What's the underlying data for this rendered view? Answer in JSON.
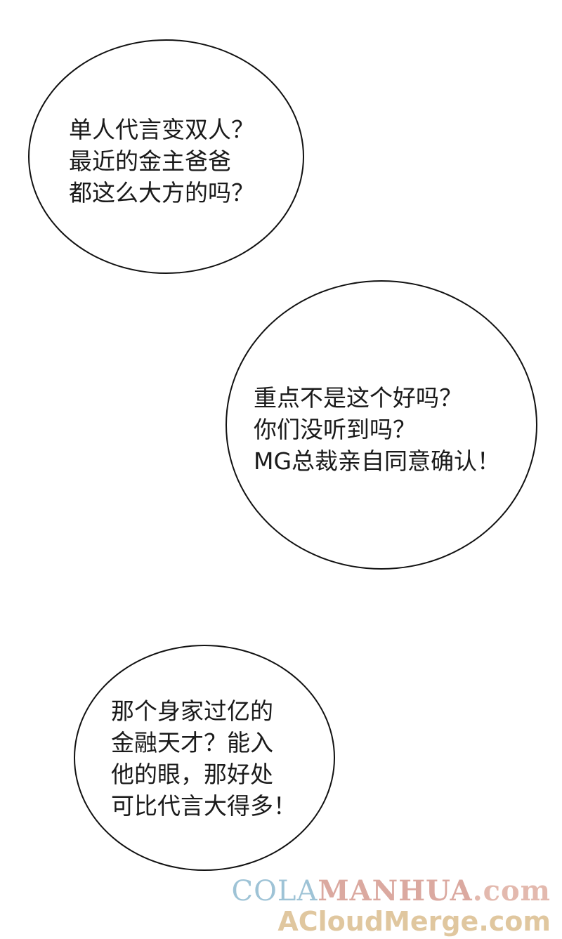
{
  "bubbles": [
    {
      "lines": [
        "单人代言变双人？",
        "最近的金主爸爸",
        "都这么大方的吗？"
      ]
    },
    {
      "lines": [
        "重点不是这个好吗？",
        "你们没听到吗？",
        "MG总裁亲自同意确认！"
      ]
    },
    {
      "lines": [
        "那个身家过亿的",
        "金融天才？能入",
        "他的眼，那好处",
        "可比代言大得多！"
      ]
    }
  ],
  "watermark": {
    "line1_part1": "COLA",
    "line1_part2": "MANHUA",
    "line1_part3": ".com",
    "line2": "ACloudMerge.com",
    "colors": {
      "cola": "#9ec3d6",
      "manhua": "#dba9a0",
      "acloud": "#e0c79f"
    }
  }
}
